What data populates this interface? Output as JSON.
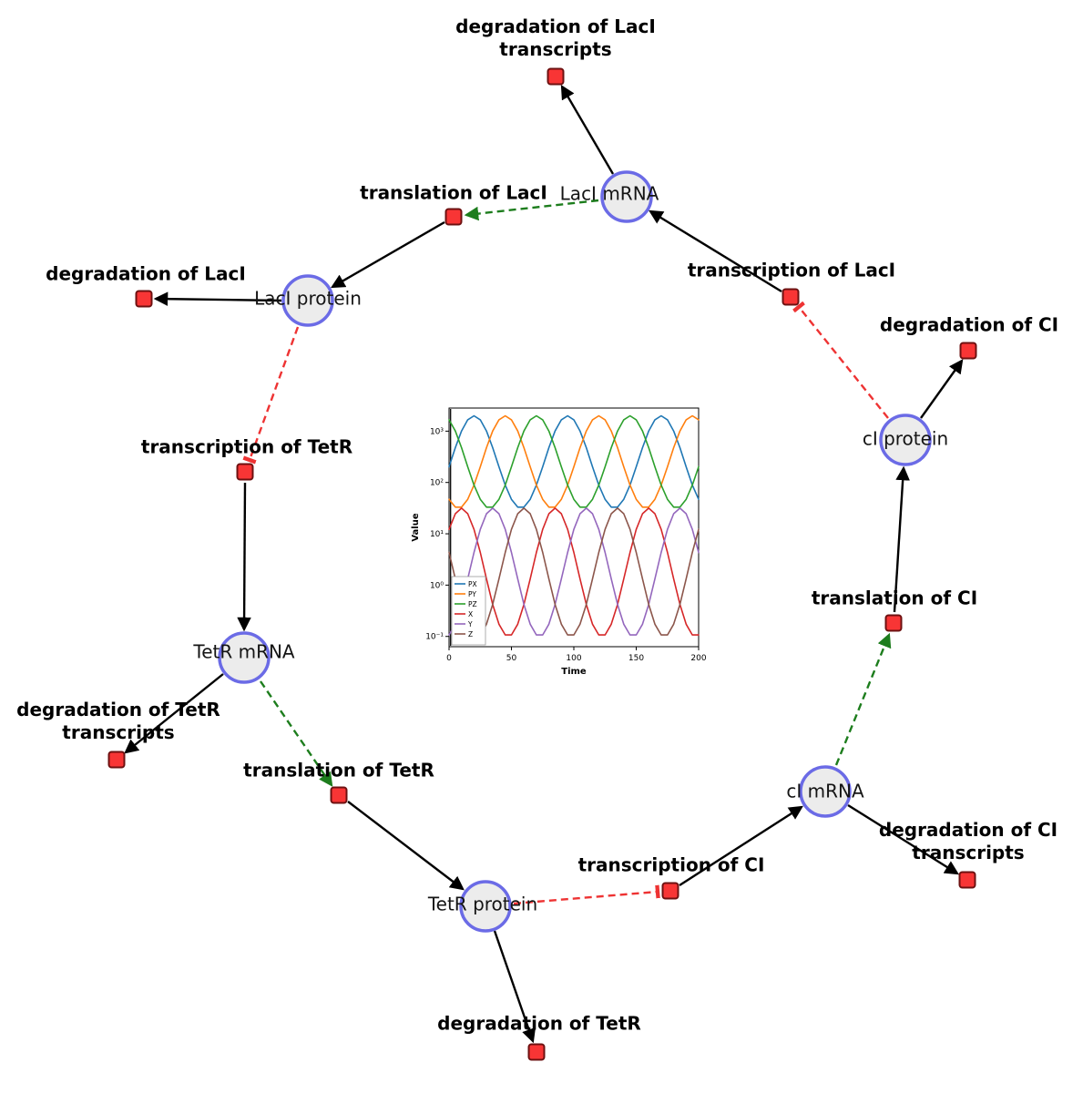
{
  "colors": {
    "species_stroke": "#6b6be6",
    "species_fill": "#ececec",
    "reaction_fill": "#f83535",
    "reaction_border": "#6d1111",
    "activation": "#1d7d1d",
    "inhibition": "#ee3333",
    "edge": "#000000"
  },
  "network": {
    "species": [
      {
        "label": "LacI mRNA"
      },
      {
        "label": "LacI protein"
      },
      {
        "label": "TetR mRNA"
      },
      {
        "label": "TetR protein"
      },
      {
        "label": "cI mRNA"
      },
      {
        "label": "cI protein"
      }
    ],
    "reactions": [
      {
        "label": "degradation of LacI transcripts"
      },
      {
        "label": "translation of LacI"
      },
      {
        "label": "transcription of LacI"
      },
      {
        "label": "degradation of LacI"
      },
      {
        "label": "transcription of TetR"
      },
      {
        "label": "degradation of TetR transcripts"
      },
      {
        "label": "translation of TetR"
      },
      {
        "label": "degradation of TetR"
      },
      {
        "label": "transcription of CI"
      },
      {
        "label": "translation of CI"
      },
      {
        "label": "degradation of CI"
      },
      {
        "label": "degradation of CI transcripts"
      }
    ],
    "edges": [
      {
        "from": "LacI mRNA",
        "to": "degradation of LacI transcripts",
        "type": "consumption"
      },
      {
        "from": "transcription of LacI",
        "to": "LacI mRNA",
        "type": "production"
      },
      {
        "from": "LacI mRNA",
        "to": "translation of LacI",
        "type": "modifier"
      },
      {
        "from": "translation of LacI",
        "to": "LacI protein",
        "type": "production"
      },
      {
        "from": "LacI protein",
        "to": "degradation of LacI",
        "type": "consumption"
      },
      {
        "from": "LacI protein",
        "to": "transcription of TetR",
        "type": "inhibition"
      },
      {
        "from": "transcription of TetR",
        "to": "TetR mRNA",
        "type": "production"
      },
      {
        "from": "TetR mRNA",
        "to": "degradation of TetR transcripts",
        "type": "consumption"
      },
      {
        "from": "TetR mRNA",
        "to": "translation of TetR",
        "type": "modifier"
      },
      {
        "from": "translation of TetR",
        "to": "TetR protein",
        "type": "production"
      },
      {
        "from": "TetR protein",
        "to": "degradation of TetR",
        "type": "consumption"
      },
      {
        "from": "TetR protein",
        "to": "transcription of CI",
        "type": "inhibition"
      },
      {
        "from": "transcription of CI",
        "to": "cI mRNA",
        "type": "production"
      },
      {
        "from": "cI mRNA",
        "to": "degradation of CI transcripts",
        "type": "consumption"
      },
      {
        "from": "cI mRNA",
        "to": "translation of CI",
        "type": "modifier"
      },
      {
        "from": "translation of CI",
        "to": "cI protein",
        "type": "production"
      },
      {
        "from": "cI protein",
        "to": "degradation of CI",
        "type": "consumption"
      },
      {
        "from": "cI protein",
        "to": "transcription of LacI",
        "type": "inhibition"
      }
    ]
  },
  "chart_data": {
    "type": "line",
    "title": "",
    "xlabel": "Time",
    "ylabel": "Value",
    "xlim": [
      0,
      200
    ],
    "xticks": [
      0,
      50,
      100,
      150,
      200
    ],
    "yscale": "log",
    "log_ylim": [
      -1.2,
      3.45
    ],
    "yticks_log": [
      -1,
      0,
      1,
      2,
      3
    ],
    "ytick_labels": [
      "10⁻¹",
      "10⁰",
      "10¹",
      "10²",
      "10³"
    ],
    "legend_position": "lower-left",
    "grid": false,
    "transient_x": 1.2,
    "x": [
      0,
      5,
      10,
      15,
      20,
      25,
      30,
      35,
      40,
      45,
      50,
      55,
      60,
      65,
      70,
      75,
      80,
      85,
      90,
      95,
      100,
      105,
      110,
      115,
      120,
      125,
      130,
      135,
      140,
      145,
      150,
      155,
      160,
      165,
      170,
      175,
      180,
      185,
      190,
      195,
      200
    ],
    "series": [
      {
        "name": "PX",
        "color": "#1f77b4",
        "values": [
          202,
          476,
          1005,
          1667,
          1995,
          1667,
          1005,
          476,
          202,
          89,
          47,
          33,
          33,
          47,
          89,
          202,
          476,
          1005,
          1667,
          1995,
          1667,
          1005,
          476,
          202,
          89,
          47,
          33,
          33,
          47,
          89,
          202,
          476,
          1005,
          1667,
          1995,
          1667,
          1005,
          476,
          202,
          89,
          47
        ]
      },
      {
        "name": "PY",
        "color": "#ff7f0e",
        "values": [
          47,
          33,
          33,
          47,
          89,
          202,
          476,
          1005,
          1667,
          1995,
          1667,
          1005,
          476,
          202,
          89,
          47,
          33,
          33,
          47,
          89,
          202,
          476,
          1005,
          1667,
          1995,
          1667,
          1005,
          476,
          202,
          89,
          47,
          33,
          33,
          47,
          89,
          202,
          476,
          1005,
          1667,
          1995,
          1667
        ]
      },
      {
        "name": "PZ",
        "color": "#2ca02c",
        "values": [
          1667,
          1005,
          476,
          202,
          89,
          47,
          33,
          33,
          47,
          89,
          202,
          476,
          1005,
          1667,
          1995,
          1667,
          1005,
          476,
          202,
          89,
          47,
          33,
          33,
          47,
          89,
          202,
          476,
          1005,
          1667,
          1995,
          1667,
          1005,
          476,
          202,
          89,
          47,
          33,
          33,
          47,
          89,
          202
        ]
      },
      {
        "name": "X",
        "color": "#d62728",
        "values": [
          12.2,
          24.6,
          31.6,
          24.6,
          12.2,
          4.33,
          1.32,
          0.42,
          0.173,
          0.107,
          0.107,
          0.173,
          0.42,
          1.32,
          4.33,
          12.2,
          24.6,
          31.6,
          24.6,
          12.2,
          4.33,
          1.32,
          0.42,
          0.173,
          0.107,
          0.107,
          0.173,
          0.42,
          1.32,
          4.33,
          12.2,
          24.6,
          31.6,
          24.6,
          12.2,
          4.33,
          1.32,
          0.42,
          0.173,
          0.107,
          0.107
        ]
      },
      {
        "name": "Y",
        "color": "#9467bd",
        "values": [
          0.107,
          0.173,
          0.42,
          1.32,
          4.33,
          12.2,
          24.6,
          31.6,
          24.6,
          12.2,
          4.33,
          1.32,
          0.42,
          0.173,
          0.107,
          0.107,
          0.173,
          0.42,
          1.32,
          4.33,
          12.2,
          24.6,
          31.6,
          24.6,
          12.2,
          4.33,
          1.32,
          0.42,
          0.173,
          0.107,
          0.107,
          0.173,
          0.42,
          1.32,
          4.33,
          12.2,
          24.6,
          31.6,
          24.6,
          12.2,
          4.33
        ]
      },
      {
        "name": "Z",
        "color": "#8c564b",
        "values": [
          4.33,
          1.32,
          0.42,
          0.173,
          0.107,
          0.107,
          0.173,
          0.42,
          1.32,
          4.33,
          12.2,
          24.6,
          31.6,
          24.6,
          12.2,
          4.33,
          1.32,
          0.42,
          0.173,
          0.107,
          0.107,
          0.173,
          0.42,
          1.32,
          4.33,
          12.2,
          24.6,
          31.6,
          24.6,
          12.2,
          4.33,
          1.32,
          0.42,
          0.173,
          0.107,
          0.107,
          0.173,
          0.42,
          1.32,
          4.33,
          12.2
        ]
      }
    ]
  }
}
